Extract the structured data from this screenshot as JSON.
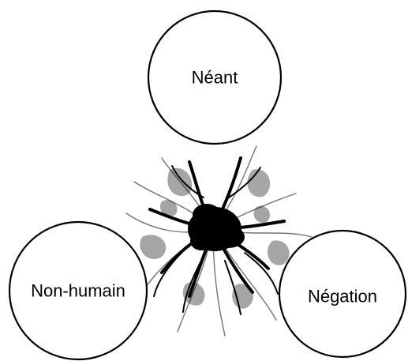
{
  "diagram": {
    "nodes": [
      {
        "id": "neant",
        "label": "Néant"
      },
      {
        "id": "non-humain",
        "label": "Non-humain"
      },
      {
        "id": "negation",
        "label": "Négation"
      }
    ],
    "center_image": "black-ink-splash",
    "colors": {
      "stroke": "#000000",
      "fill": "#ffffff",
      "ink": "#000000"
    }
  }
}
